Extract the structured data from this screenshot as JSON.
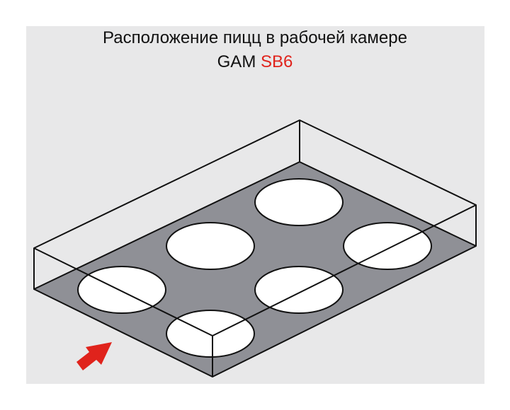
{
  "title": {
    "line1": "Расположение пицц в рабочей камере",
    "line2_prefix": "GAM",
    "line2_model": "SB6"
  },
  "colors": {
    "background": "#e8e8e9",
    "tray": "#8f9096",
    "pizza": "#ffffff",
    "outline": "#111111",
    "model_text": "#e0231c",
    "arrow": "#e0231c"
  },
  "diagram": {
    "pizza_count": 6,
    "pizza_layout": "2 rows x 3 columns",
    "arrow_icon": "front-arrow-icon"
  }
}
